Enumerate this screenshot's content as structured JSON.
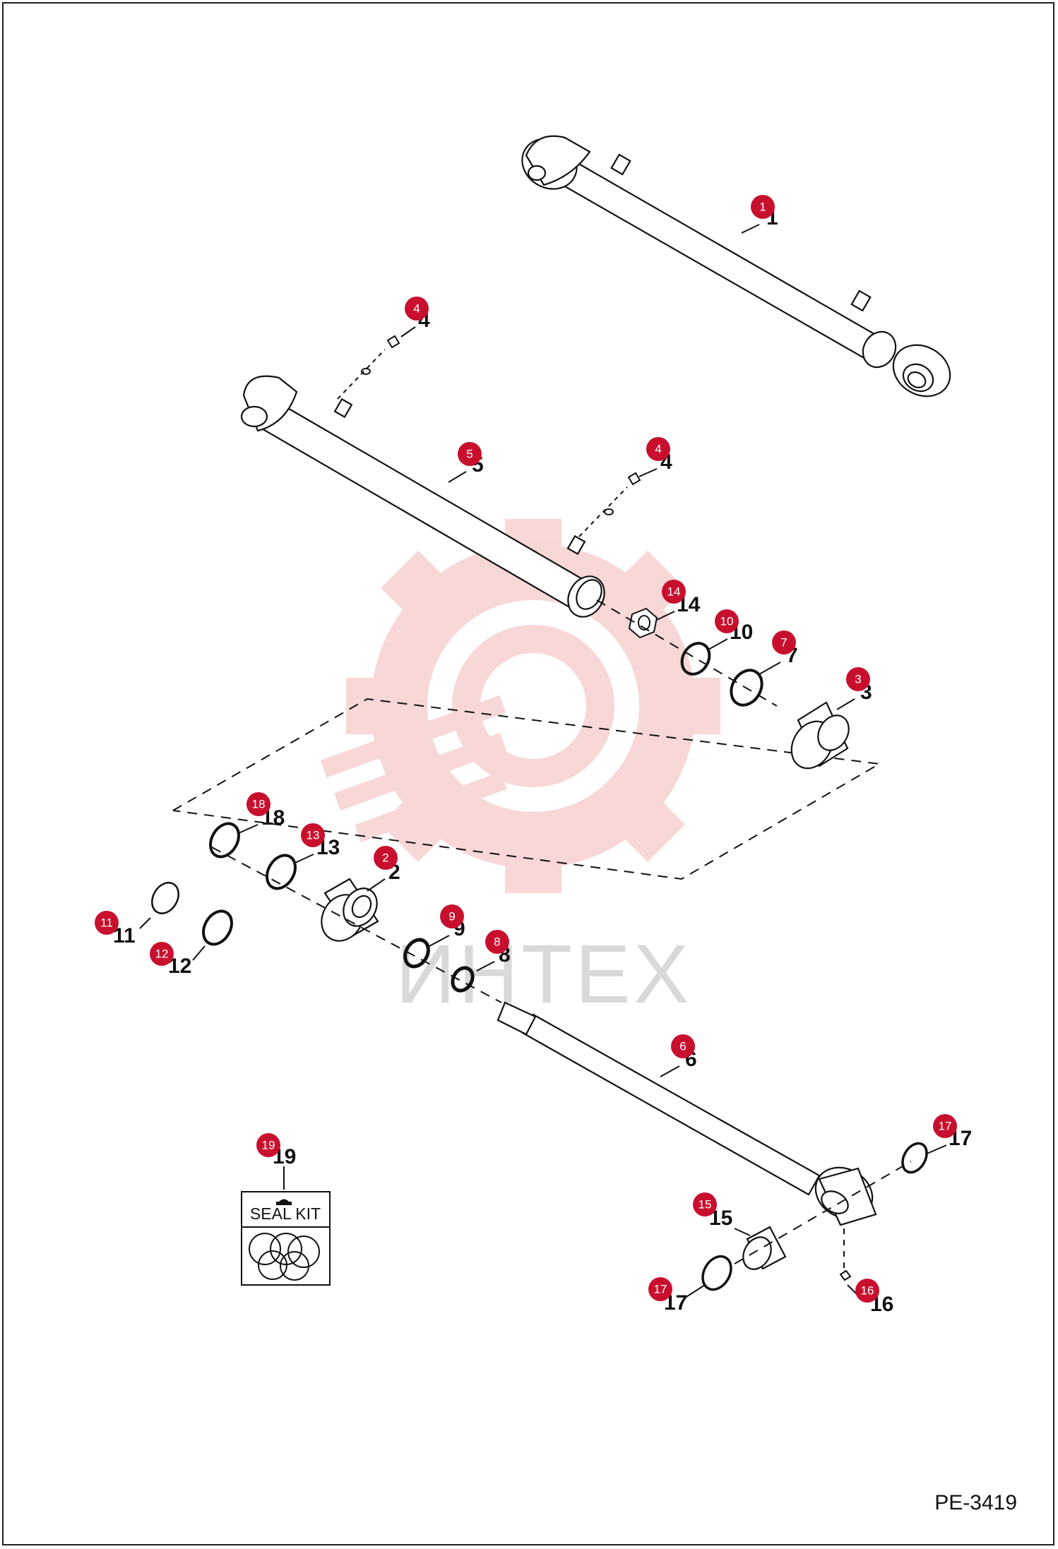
{
  "reference_code": "PE-3419",
  "seal_kit_label": "SEAL KIT",
  "watermark": {
    "text": "ИНТЕХ",
    "color": "#f4b8b8"
  },
  "badge_color": "#c8102e",
  "parts": [
    {
      "id": "1",
      "number": "1",
      "label": "1"
    },
    {
      "id": "2",
      "number": "2",
      "label": "2"
    },
    {
      "id": "3",
      "number": "3",
      "label": "3"
    },
    {
      "id": "4a",
      "number": "4",
      "label": "4"
    },
    {
      "id": "4b",
      "number": "4",
      "label": "4"
    },
    {
      "id": "5",
      "number": "5",
      "label": "5"
    },
    {
      "id": "6",
      "number": "6",
      "label": "6"
    },
    {
      "id": "7",
      "number": "7",
      "label": "7"
    },
    {
      "id": "8",
      "number": "8",
      "label": "8"
    },
    {
      "id": "9",
      "number": "9",
      "label": "9"
    },
    {
      "id": "10",
      "number": "10",
      "label": "10"
    },
    {
      "id": "11",
      "number": "11",
      "label": "11"
    },
    {
      "id": "12",
      "number": "12",
      "label": "12"
    },
    {
      "id": "13",
      "number": "13",
      "label": "13"
    },
    {
      "id": "14",
      "number": "14",
      "label": "14"
    },
    {
      "id": "15",
      "number": "15",
      "label": "15"
    },
    {
      "id": "16",
      "number": "16",
      "label": "16"
    },
    {
      "id": "17a",
      "number": "17",
      "label": "17"
    },
    {
      "id": "17b",
      "number": "17",
      "label": "17"
    },
    {
      "id": "18",
      "number": "18",
      "label": "18"
    },
    {
      "id": "19",
      "number": "19",
      "label": "19"
    }
  ]
}
